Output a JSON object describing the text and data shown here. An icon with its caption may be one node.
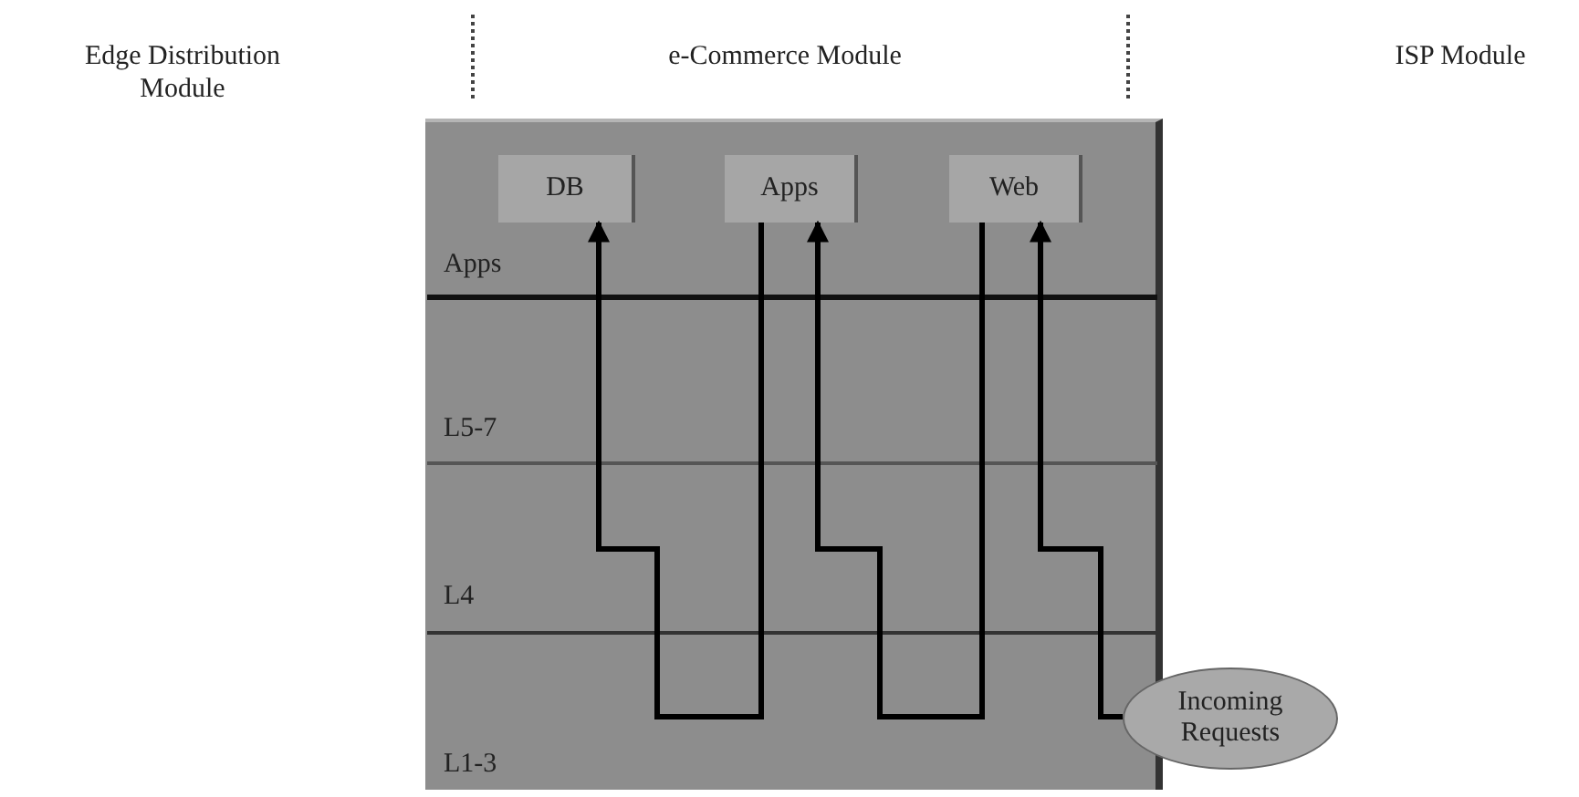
{
  "diagram": {
    "nodes": [
      {
        "text": [
          "DB"
        ]
      },
      {
        "text": [
          "Apps"
        ]
      },
      {
        "text": [
          "Web"
        ]
      },
      {
        "text": [
          "Incoming Requests"
        ]
      }
    ],
    "edges": [
      {
        "from": 3,
        "to": 2,
        "arrow": "to"
      },
      {
        "from": 2,
        "to": 1,
        "arrow": "to"
      },
      {
        "from": 1,
        "to": 0,
        "arrow": "to"
      }
    ],
    "labels": [
      "Edge Distribution Module",
      "e-Commerce Module",
      "ISP Module",
      "Apps",
      "L5-7",
      "L4",
      "L1-3"
    ]
  }
}
